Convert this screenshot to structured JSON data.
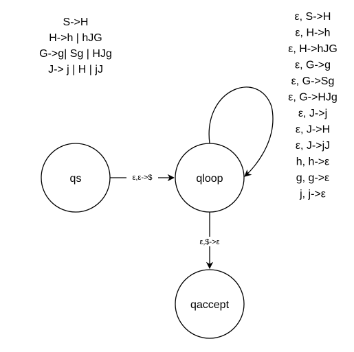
{
  "grammar": {
    "rules": [
      "S->H",
      "H->h | hJG",
      "G->g| Sg | HJg",
      "J-> j | H | jJ"
    ]
  },
  "states": {
    "start": {
      "label": "qs"
    },
    "loop": {
      "label": "qloop"
    },
    "accept": {
      "label": "qaccept"
    }
  },
  "edges": {
    "start_to_loop": {
      "label": "ε,ε->$"
    },
    "loop_to_accept": {
      "label": "ε,$->ε"
    }
  },
  "transitions": [
    "ε, S->H",
    "ε, H->h",
    "ε, H->hJG",
    "ε, G->g",
    "ε, G->Sg",
    "ε, G->HJg",
    "ε, J->j",
    "ε, J->H",
    "ε, J->jJ",
    "h, h->ε",
    "g, g->ε",
    "j, j->ε"
  ],
  "colors": {
    "stroke": "#000000",
    "background": "#ffffff"
  }
}
